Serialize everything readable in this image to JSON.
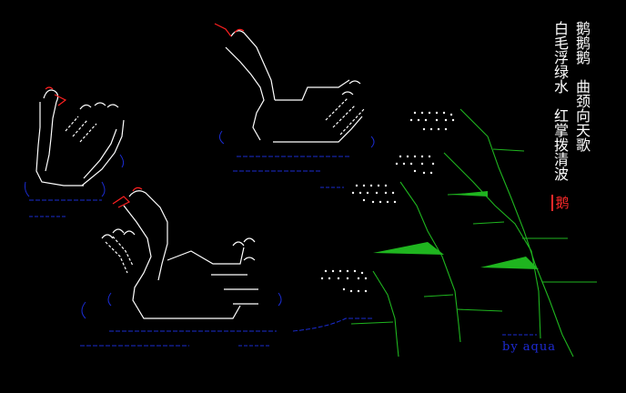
{
  "poem": {
    "col1": "鹅鹅鹅",
    "col2": "曲颈向天歌",
    "col3": "白毛浮绿水",
    "col4": "红掌拨清波"
  },
  "seal": "鹅",
  "signature": "by aqua",
  "colors": {
    "background": "#000000",
    "swan": "#ffffff",
    "beak": "#ff2020",
    "water": "#1a2bd0",
    "reed": "#1fb51f",
    "seal": "#ff2a2a",
    "signature": "#1e2bd6"
  }
}
